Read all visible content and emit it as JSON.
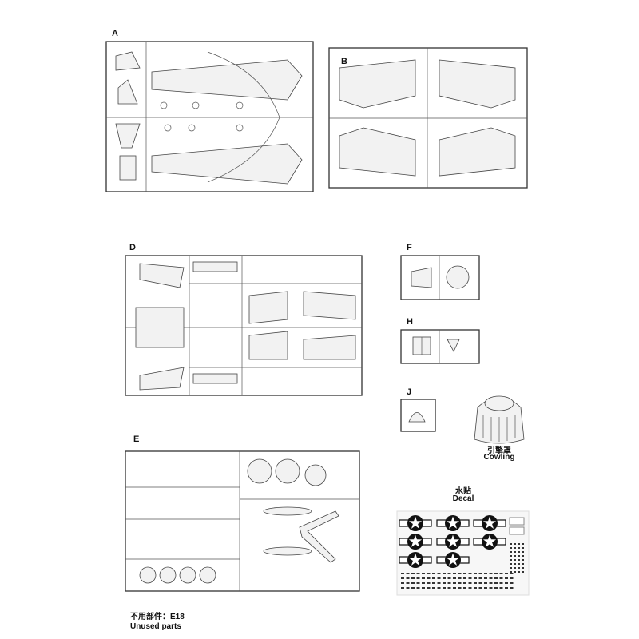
{
  "sprues": [
    {
      "id": "A",
      "label": "A"
    },
    {
      "id": "B",
      "label": "B"
    },
    {
      "id": "D",
      "label": "D"
    },
    {
      "id": "E",
      "label": "E"
    },
    {
      "id": "F",
      "label": "F"
    },
    {
      "id": "H",
      "label": "H"
    },
    {
      "id": "J",
      "label": "J"
    }
  ],
  "cowling": {
    "label_cn": "引擎罩",
    "label_en": "Cowling"
  },
  "decal": {
    "label_cn": "水贴",
    "label_en": "Decal",
    "insignia_count": 8
  },
  "unused": {
    "label_cn": "不用部件：E18",
    "label_en": "Unused parts"
  }
}
